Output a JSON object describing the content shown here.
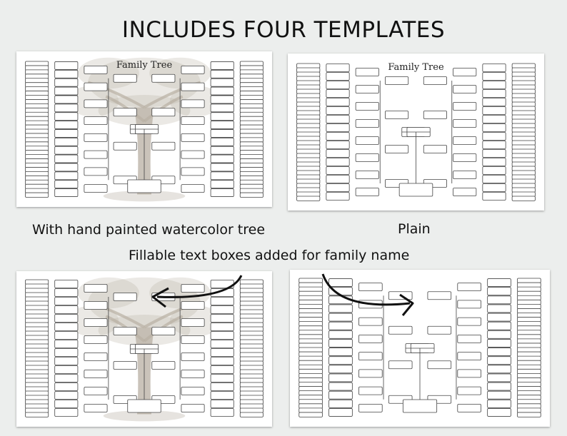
{
  "header": {
    "title": "INCLUDES FOUR TEMPLATES"
  },
  "templates": [
    {
      "title": "Family Tree",
      "style": "watercolor-tree"
    },
    {
      "title": "Family Tree",
      "style": "plain"
    },
    {
      "title": "",
      "style": "watercolor-tree"
    },
    {
      "title": "",
      "style": "plain"
    }
  ],
  "captions": {
    "watercolor": "With hand painted watercolor tree",
    "plain": "Plain",
    "fillable": "Fillable text boxes added for family name"
  },
  "colors": {
    "background": "#eceeed",
    "tree": "#b8afa3",
    "box_border": "#444444"
  }
}
